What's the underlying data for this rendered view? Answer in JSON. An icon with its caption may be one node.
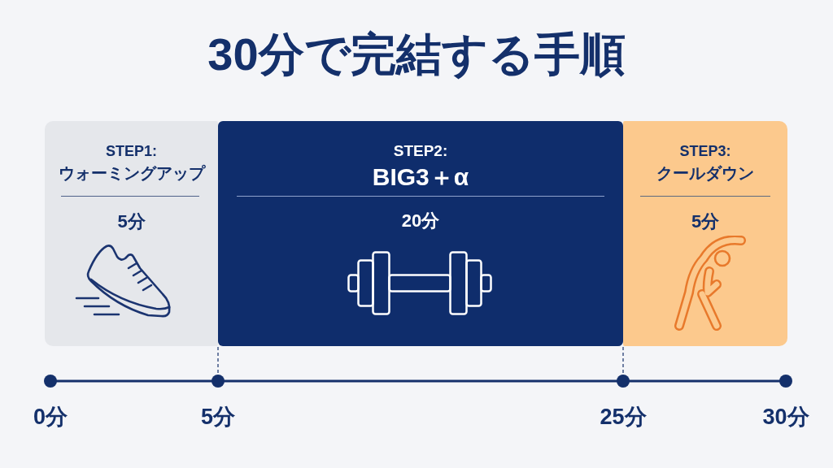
{
  "diagram": {
    "title": "30分で完結する手順",
    "nodes": [
      {
        "text": [
          "STEP1:",
          "ウォーミングアップ",
          "5分"
        ]
      },
      {
        "text": [
          "STEP2:",
          "BIG3＋α",
          "20分"
        ]
      },
      {
        "text": [
          "STEP3:",
          "クールダウン",
          "5分"
        ]
      }
    ],
    "labels": [
      "0分",
      "5分",
      "25分",
      "30分"
    ]
  }
}
